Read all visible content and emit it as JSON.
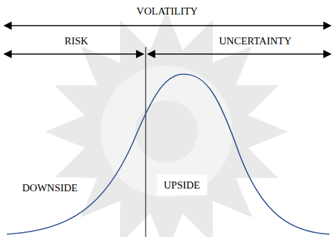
{
  "diagram": {
    "labels": [
      "VOLATILITY",
      "RISK",
      "UNCERTAINTY",
      "DOWNSIDE",
      "UPSIDE"
    ]
  }
}
